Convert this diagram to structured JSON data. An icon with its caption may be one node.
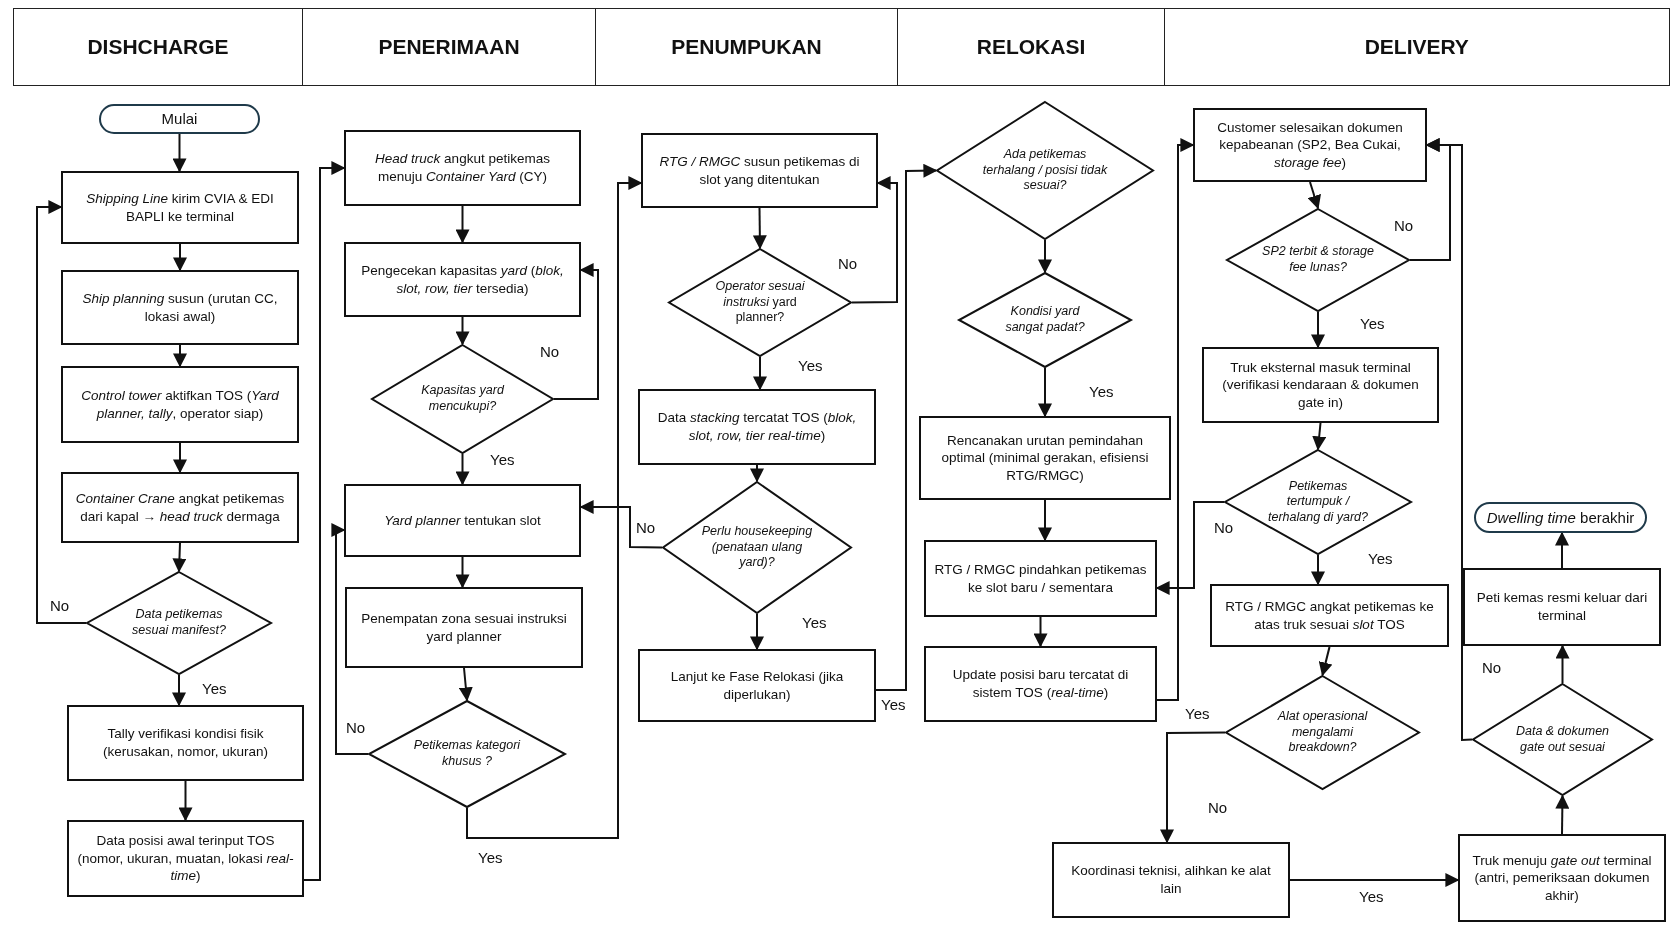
{
  "diagram": {
    "nodes": [
      {
        "text": [
          "Mulai"
        ]
      },
      {
        "text": [
          "*Shipping Line* kirim CVIA & EDI BAPLI ke terminal"
        ]
      },
      {
        "text": [
          "*Ship planning* susun (urutan CC, lokasi awal)"
        ]
      },
      {
        "text": [
          "*Control tower* aktifkan TOS (*Yard planner, tally*, operator siap)"
        ]
      },
      {
        "text": [
          "*Container Crane* angkat petikemas dari kapal → *head truck* dermaga"
        ]
      },
      {
        "text": [
          "Data petikemas sesuai manifest?"
        ]
      },
      {
        "text": [
          "Tally verifikasi kondisi fisik (kerusakan, nomor, ukuran)"
        ]
      },
      {
        "text": [
          "Data posisi awal terinput TOS (nomor, ukuran, muatan, lokasi *real-time*)"
        ]
      },
      {
        "text": [
          "*Head truck* angkut petikemas menuju *Container Yard* (CY)"
        ]
      },
      {
        "text": [
          "Pengecekan kapasitas *yard* (*blok, slot, row, tier* tersedia)"
        ]
      },
      {
        "text": [
          "Kapasitas yard mencukupi?"
        ]
      },
      {
        "text": [
          "*Yard planner* tentukan slot"
        ]
      },
      {
        "text": [
          "Penempatan zona sesuai instruksi yard planner"
        ]
      },
      {
        "text": [
          "Petikemas kategori khusus ?"
        ]
      },
      {
        "text": [
          "*RTG / RMGC* susun petikemas di slot yang ditentukan"
        ]
      },
      {
        "text": [
          "*Operator sesuai instruksi* yard planner?"
        ]
      },
      {
        "text": [
          "Data *stacking* tercatat TOS (*blok, slot, row, tier real-time*)"
        ]
      },
      {
        "text": [
          "Perlu housekeeping (penataan ulang yard)?"
        ]
      },
      {
        "text": [
          "Lanjut ke Fase Relokasi (jika diperlukan)"
        ]
      },
      {
        "text": [
          "Ada petikemas terhalang / posisi tidak sesuai?"
        ]
      },
      {
        "text": [
          "Kondisi yard sangat padat?"
        ]
      },
      {
        "text": [
          "Rencanakan urutan pemindahan optimal (minimal gerakan, efisiensi RTG/RMGC)"
        ]
      },
      {
        "text": [
          "RTG / RMGC pindahkan petikemas ke slot baru / sementara"
        ]
      },
      {
        "text": [
          "Update posisi baru tercatat di sistem TOS (*real-time*)"
        ]
      },
      {
        "text": [
          "Customer selesaikan dokumen kepabeanan (SP2, Bea Cukai, *storage fee*)"
        ]
      },
      {
        "text": [
          "SP2 terbit & storage fee lunas?"
        ]
      },
      {
        "text": [
          "Truk eksternal masuk terminal (verifikasi kendaraan & dokumen gate in)"
        ]
      },
      {
        "text": [
          "Petikemas tertumpuk / terhalang di yard?"
        ]
      },
      {
        "text": [
          "RTG / RMGC angkat petikemas ke atas truk sesuai *slot* TOS"
        ]
      },
      {
        "text": [
          "Alat operasional mengalami breakdown?"
        ]
      },
      {
        "text": [
          "Koordinasi teknisi, alihkan ke alat lain"
        ]
      },
      {
        "text": [
          "Truk menuju *gate out* terminal (antri, pemeriksaan dokumen akhir)"
        ]
      },
      {
        "text": [
          "Data & dokumen gate out sesuai"
        ]
      },
      {
        "text": [
          "Peti kemas resmi keluar dari terminal"
        ]
      },
      {
        "text": [
          "*Dwelling time* berakhir"
        ]
      }
    ],
    "edges": [
      {
        "from": 0,
        "to": 1,
        "arrow": "to"
      },
      {
        "from": 1,
        "to": 2,
        "arrow": "to"
      },
      {
        "from": 2,
        "to": 3,
        "arrow": "to"
      },
      {
        "from": 3,
        "to": 4,
        "arrow": "to"
      },
      {
        "from": 4,
        "to": 5,
        "arrow": "to"
      },
      {
        "from": 5,
        "to": 6,
        "label": "Yes",
        "arrow": "to"
      },
      {
        "from": 5,
        "to": 1,
        "label": "No",
        "arrow": "to"
      },
      {
        "from": 6,
        "to": 7,
        "arrow": "to"
      },
      {
        "from": 7,
        "to": 8,
        "arrow": "to"
      },
      {
        "from": 8,
        "to": 9,
        "arrow": "to"
      },
      {
        "from": 9,
        "to": 10,
        "arrow": "to"
      },
      {
        "from": 10,
        "to": 9,
        "label": "No",
        "arrow": "to"
      },
      {
        "from": 10,
        "to": 11,
        "label": "Yes",
        "arrow": "to"
      },
      {
        "from": 11,
        "to": 12,
        "arrow": "to"
      },
      {
        "from": 12,
        "to": 13,
        "arrow": "to"
      },
      {
        "from": 13,
        "to": 11,
        "label": "No",
        "arrow": "to"
      },
      {
        "from": 13,
        "to": 14,
        "label": "Yes",
        "arrow": "to"
      },
      {
        "from": 14,
        "to": 15,
        "arrow": "to"
      },
      {
        "from": 15,
        "to": 14,
        "label": "No",
        "arrow": "to"
      },
      {
        "from": 15,
        "to": 16,
        "label": "Yes",
        "arrow": "to"
      },
      {
        "from": 16,
        "to": 17,
        "arrow": "to"
      },
      {
        "from": 17,
        "to": 11,
        "label": "No",
        "arrow": "to"
      },
      {
        "from": 17,
        "to": 18,
        "label": "Yes",
        "arrow": "to"
      },
      {
        "from": 18,
        "to": 19,
        "label": "Yes",
        "arrow": "to"
      },
      {
        "from": 19,
        "to": 20,
        "arrow": "to"
      },
      {
        "from": 20,
        "to": 21,
        "label": "Yes",
        "arrow": "to"
      },
      {
        "from": 21,
        "to": 22,
        "arrow": "to"
      },
      {
        "from": 22,
        "to": 23,
        "arrow": "to"
      },
      {
        "from": 23,
        "to": 24,
        "label": "Yes",
        "arrow": "to"
      },
      {
        "from": 24,
        "to": 25,
        "arrow": "to"
      },
      {
        "from": 25,
        "to": 24,
        "label": "No",
        "arrow": "to"
      },
      {
        "from": 25,
        "to": 26,
        "label": "Yes",
        "arrow": "to"
      },
      {
        "from": 26,
        "to": 27,
        "arrow": "to"
      },
      {
        "from": 27,
        "to": 22,
        "label": "No",
        "arrow": "to"
      },
      {
        "from": 27,
        "to": 28,
        "label": "Yes",
        "arrow": "to"
      },
      {
        "from": 28,
        "to": 29,
        "arrow": "to"
      },
      {
        "from": 29,
        "to": 30,
        "label": "No",
        "arrow": "to"
      },
      {
        "from": 30,
        "to": 31,
        "label": "Yes",
        "arrow": "to"
      },
      {
        "from": 31,
        "to": 32,
        "arrow": "to"
      },
      {
        "from": 32,
        "to": 24,
        "label": "No",
        "arrow": "to"
      },
      {
        "from": 32,
        "to": 33,
        "arrow": "to"
      },
      {
        "from": 33,
        "to": 34,
        "arrow": "to"
      }
    ],
    "labels": [
      "DISHCHARGE",
      "PENERIMAAN",
      "PENUMPUKAN",
      "RELOKASI",
      "DELIVERY"
    ]
  }
}
